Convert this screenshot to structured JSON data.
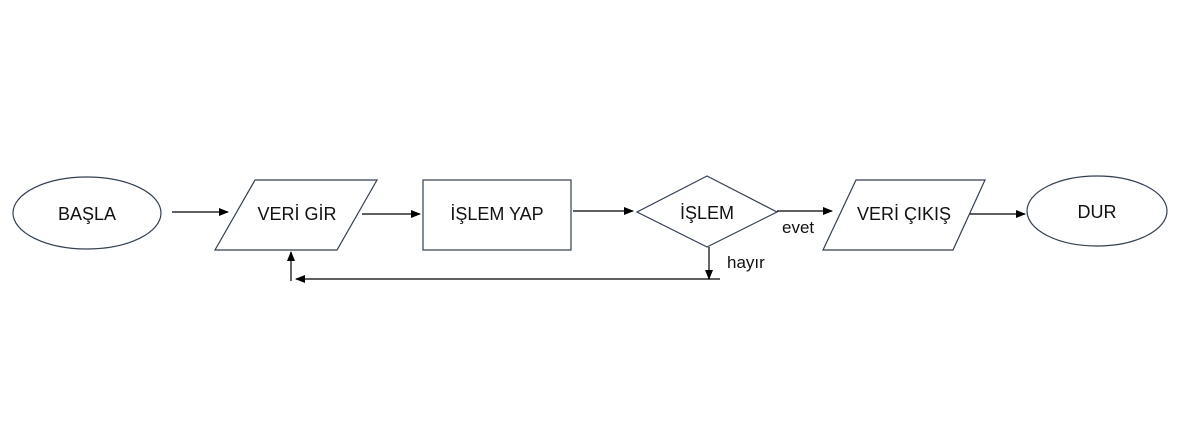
{
  "diagram": {
    "type": "flowchart",
    "nodes": [
      {
        "id": "start",
        "shape": "terminator",
        "label": "BAŞLA"
      },
      {
        "id": "input",
        "shape": "data",
        "label": "VERİ GİR"
      },
      {
        "id": "process",
        "shape": "process",
        "label": "İŞLEM YAP"
      },
      {
        "id": "decision",
        "shape": "decision",
        "label": "İŞLEM"
      },
      {
        "id": "output",
        "shape": "data",
        "label": "VERİ ÇIKIŞ"
      },
      {
        "id": "end",
        "shape": "terminator",
        "label": "DUR"
      }
    ],
    "edges": [
      {
        "from": "start",
        "to": "input",
        "label": ""
      },
      {
        "from": "input",
        "to": "process",
        "label": ""
      },
      {
        "from": "process",
        "to": "decision",
        "label": ""
      },
      {
        "from": "decision",
        "to": "output",
        "label": "evet"
      },
      {
        "from": "output",
        "to": "end",
        "label": ""
      },
      {
        "from": "decision",
        "to": "input",
        "label": "hayır"
      }
    ]
  }
}
